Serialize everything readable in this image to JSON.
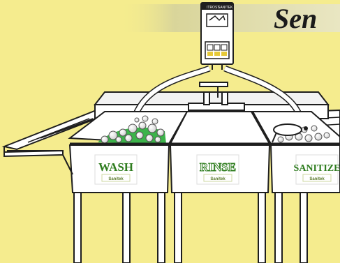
{
  "header": {
    "title_fragment": "Sen"
  },
  "dispenser": {
    "label_left": "ITROST",
    "label_right": "SANITEK"
  },
  "sinks": [
    {
      "label": "WASH",
      "label_color": "#2f7d1f",
      "badge": "Sanitek"
    },
    {
      "label": "RINSE",
      "label_color": "#2f7d1f",
      "badge": "Sanitek"
    },
    {
      "label": "SANITIZE",
      "label_color": "#2f7d1f",
      "badge": "Sanitek"
    }
  ],
  "colors": {
    "background": "#f5ec8e",
    "outline": "#1e1e1e",
    "accent_green": "#3cb34a"
  }
}
